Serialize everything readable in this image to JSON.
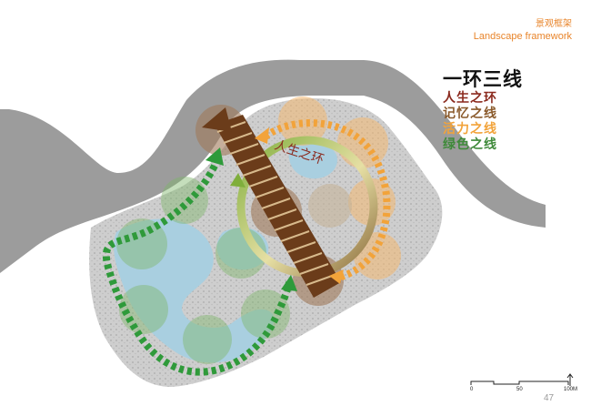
{
  "header": {
    "cn": "景观框架",
    "en": "Landscape framework"
  },
  "legend": {
    "title": "一环三线",
    "items": [
      {
        "label": "人生之环",
        "color": "#8b2a1e"
      },
      {
        "label": "记忆之线",
        "color": "#8a5a2b"
      },
      {
        "label": "活力之线",
        "color": "#f2a33a"
      },
      {
        "label": "绿色之线",
        "color": "#3f8a3a"
      }
    ]
  },
  "map_labels": {
    "ring": "人生之环"
  },
  "scale": {
    "ticks": [
      "0",
      "50",
      "100M"
    ]
  },
  "page_number": "47"
}
